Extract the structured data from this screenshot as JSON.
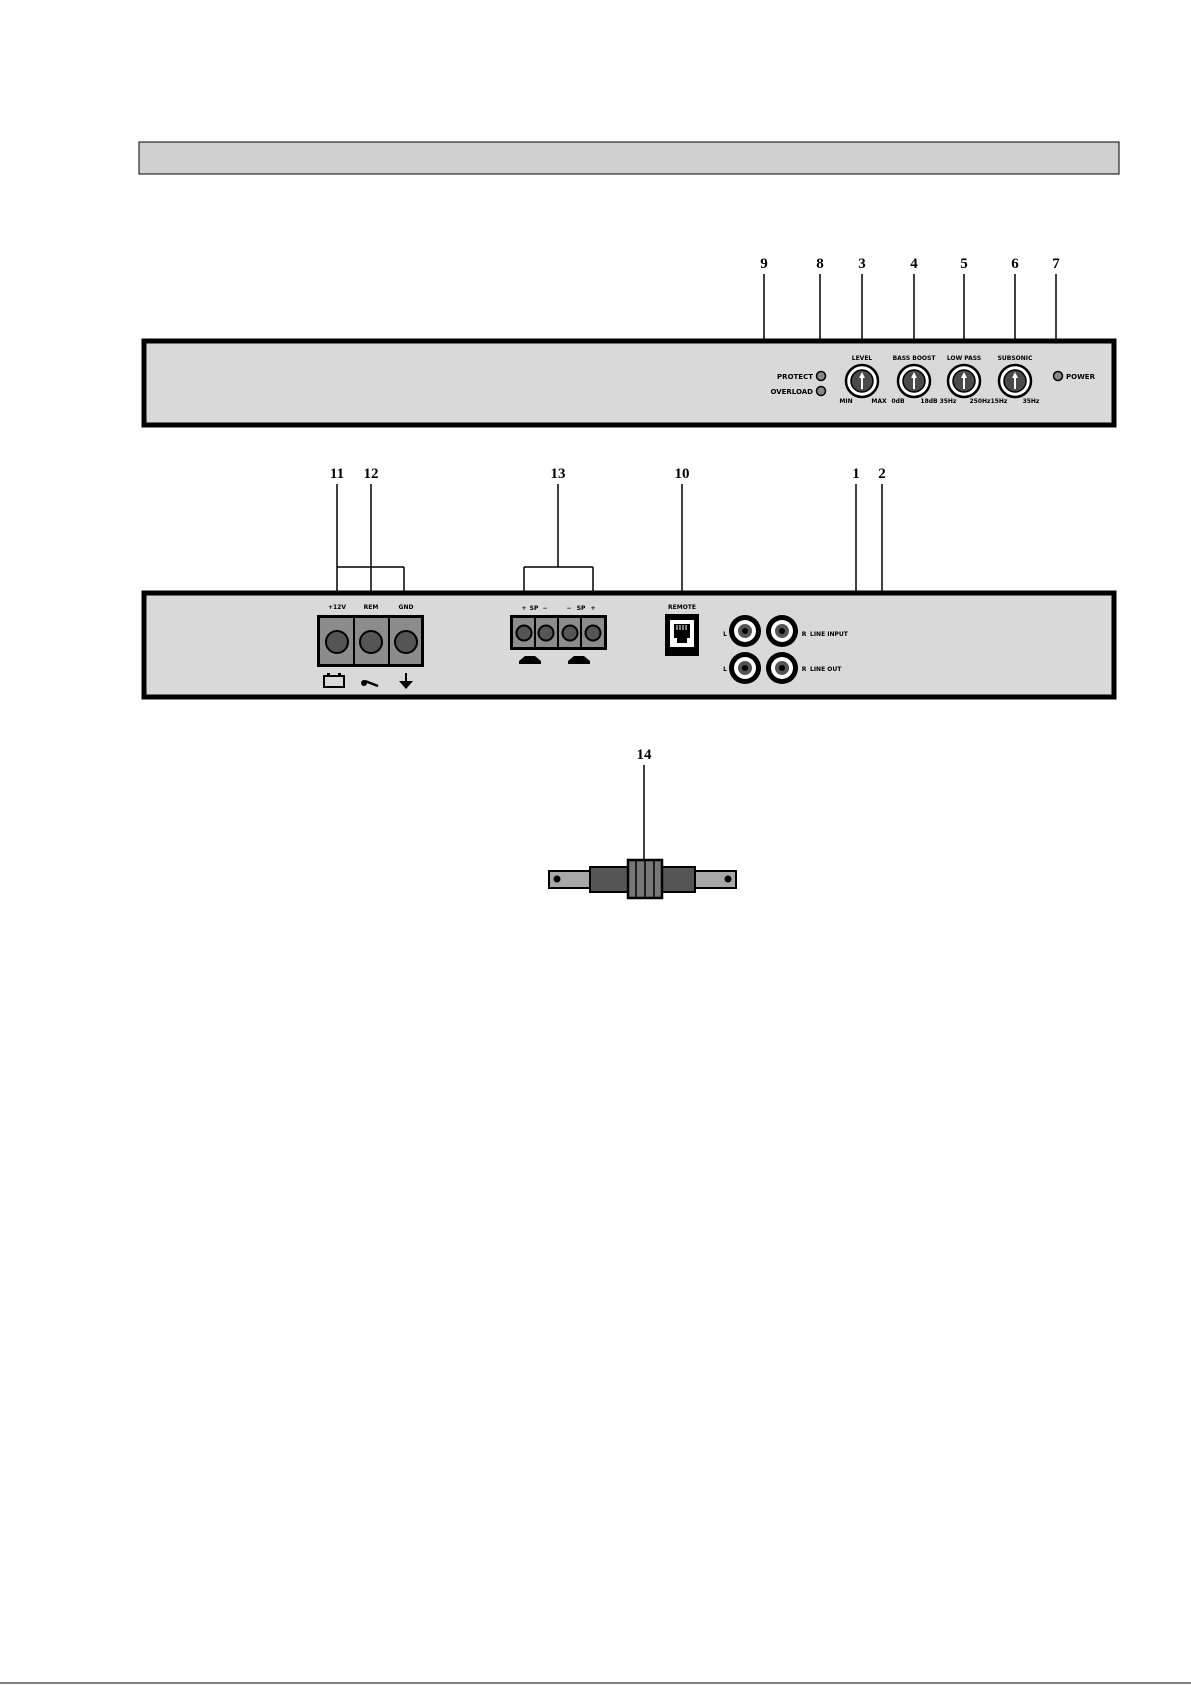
{
  "header_bar": {
    "color": "#d0d0d0"
  },
  "front_panel": {
    "callouts": {
      "c9": "9",
      "c8": "8",
      "c3": "3",
      "c4": "4",
      "c5": "5",
      "c6": "6",
      "c7": "7"
    },
    "protect_label": "PROTECT",
    "overload_label": "OVERLOAD",
    "power_label": "POWER",
    "knobs": [
      {
        "title": "LEVEL",
        "min": "MIN",
        "max": "MAX"
      },
      {
        "title": "BASS BOOST",
        "min": "0dB",
        "max": "18dB"
      },
      {
        "title": "LOW PASS",
        "min": "35Hz",
        "max": "250Hz"
      },
      {
        "title": "SUBSONIC",
        "min": "15Hz",
        "max": "35Hz"
      }
    ]
  },
  "rear_panel": {
    "callouts": {
      "c11": "11",
      "c12": "12",
      "c13": "13",
      "c10": "10",
      "c1": "1",
      "c2": "2"
    },
    "power_terminals": {
      "plus12v": "+12V",
      "rem": "REM",
      "gnd": "GND"
    },
    "speaker_terminals": {
      "p1": "+",
      "sp1": "SP",
      "m1": "−",
      "m2": "−",
      "sp2": "SP",
      "p2": "+"
    },
    "remote_label": "REMOTE",
    "rca": {
      "l": "L",
      "r": "R",
      "line_input": "LINE INPUT",
      "line_out": "LINE OUT"
    }
  },
  "fuse": {
    "callout": "14"
  },
  "icons": [
    "battery-icon",
    "remote-switch-icon",
    "ground-icon",
    "speaker-icon",
    "rj-jack-icon",
    "rca-jack-icon",
    "fuse-holder-icon"
  ]
}
